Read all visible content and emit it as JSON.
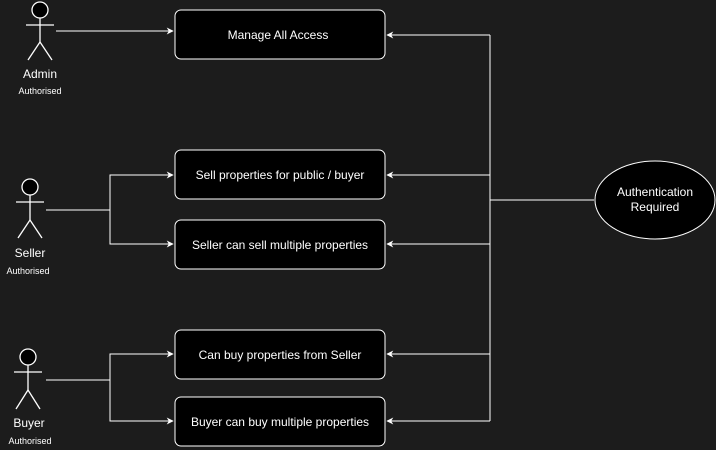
{
  "diagram": {
    "actors": [
      {
        "id": "admin",
        "name": "Admin",
        "status": "Authorised"
      },
      {
        "id": "seller",
        "name": "Seller",
        "status": "Authorised"
      },
      {
        "id": "buyer",
        "name": "Buyer",
        "status": "Authorised"
      }
    ],
    "use_cases": [
      {
        "id": "manage",
        "label": "Manage All Access"
      },
      {
        "id": "sell-public",
        "label": "Sell properties for public / buyer"
      },
      {
        "id": "sell-multiple",
        "label": "Seller can sell multiple properties"
      },
      {
        "id": "buy-from-seller",
        "label": "Can buy properties from Seller"
      },
      {
        "id": "buy-multiple",
        "label": "Buyer can buy multiple properties"
      }
    ],
    "auth_node": {
      "line1": "Authentication",
      "line2": "Required"
    },
    "colors": {
      "background": "#1c1c1c",
      "box_fill": "#000000",
      "stroke": "#ffffff",
      "text": "#ffffff"
    }
  }
}
